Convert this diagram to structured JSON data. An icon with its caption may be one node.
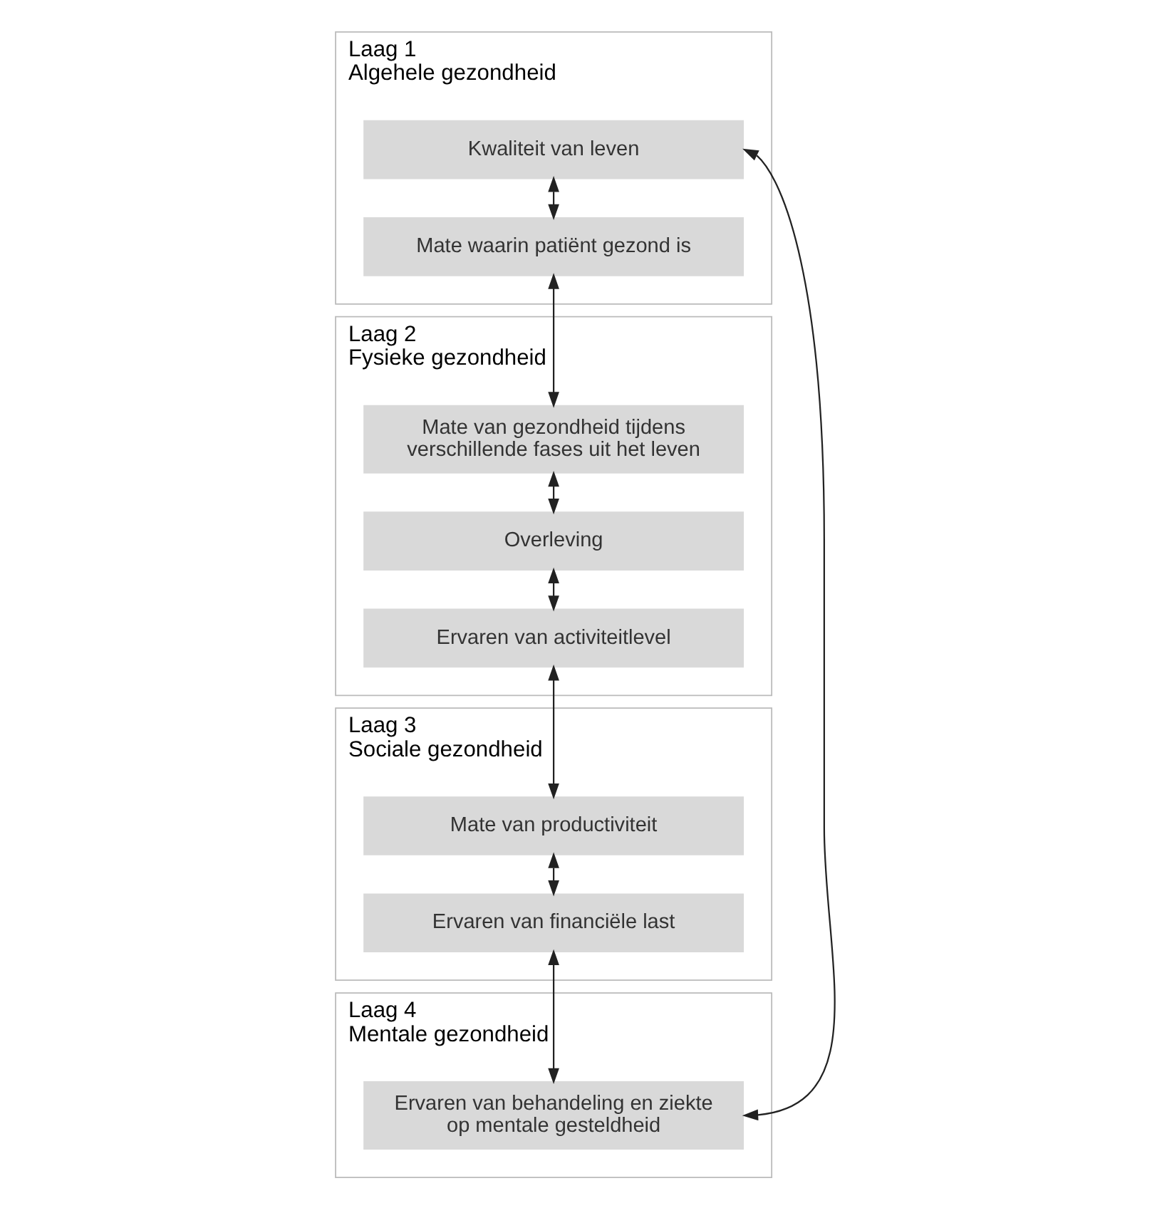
{
  "diagram": {
    "nodes": [
      {
        "text": [
          "Laag 1",
          "Algehele gezondheid"
        ]
      },
      {
        "text": [
          "Kwaliteit van leven"
        ],
        "in": 0
      },
      {
        "text": [
          "Mate waarin patiënt gezond is"
        ],
        "in": 0
      },
      {
        "text": [
          "Laag 2",
          "Fysieke gezondheid"
        ]
      },
      {
        "text": [
          "Mate van gezondheid tijdens verschillende fases uit het leven"
        ],
        "in": 3
      },
      {
        "text": [
          "Overleving"
        ],
        "in": 3
      },
      {
        "text": [
          "Ervaren van activiteitlevel"
        ],
        "in": 3
      },
      {
        "text": [
          "Laag 3",
          "Sociale gezondheid"
        ]
      },
      {
        "text": [
          "Mate van productiviteit"
        ],
        "in": 7
      },
      {
        "text": [
          "Ervaren van financiële last"
        ],
        "in": 7
      },
      {
        "text": [
          "Laag 4",
          "Mentale gezondheid"
        ]
      },
      {
        "text": [
          "Ervaren van behandeling en ziekte op mentale gesteldheid"
        ],
        "in": 10
      }
    ],
    "edges": [
      {
        "from": 1,
        "to": 2,
        "arrow": "both"
      },
      {
        "from": 2,
        "to": 4,
        "arrow": "both"
      },
      {
        "from": 4,
        "to": 5,
        "arrow": "both"
      },
      {
        "from": 5,
        "to": 6,
        "arrow": "both"
      },
      {
        "from": 6,
        "to": 8,
        "arrow": "both"
      },
      {
        "from": 8,
        "to": 9,
        "arrow": "both"
      },
      {
        "from": 9,
        "to": 11,
        "arrow": "both"
      },
      {
        "from": 11,
        "to": 1,
        "arrow": "both"
      }
    ]
  }
}
